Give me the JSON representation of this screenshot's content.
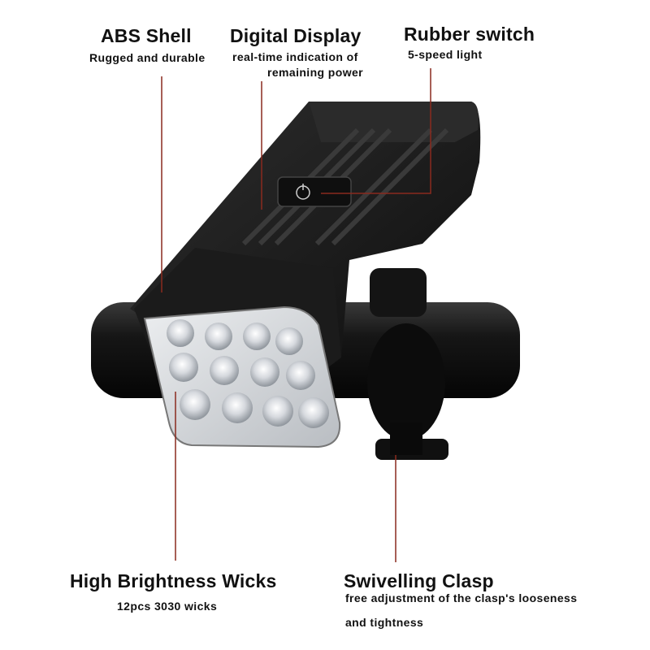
{
  "callouts": {
    "abs_shell": {
      "title": "ABS Shell",
      "subtitle": "Rugged and durable"
    },
    "digital_display": {
      "title": "Digital Display",
      "subtitle_line1": "real-time indication of",
      "subtitle_line2": "remaining power"
    },
    "rubber_switch": {
      "title": "Rubber switch",
      "subtitle": "5-speed light"
    },
    "high_brightness": {
      "title": "High Brightness Wicks",
      "subtitle": "12pcs 3030 wicks"
    },
    "swivelling_clasp": {
      "title": "Swivelling Clasp",
      "subtitle_line1": "free adjustment of the clasp's looseness",
      "subtitle_line2": "and tightness"
    }
  },
  "colors": {
    "leader_line": "#8a2a1e",
    "body": "#1a1a1a",
    "background": "#ffffff"
  }
}
